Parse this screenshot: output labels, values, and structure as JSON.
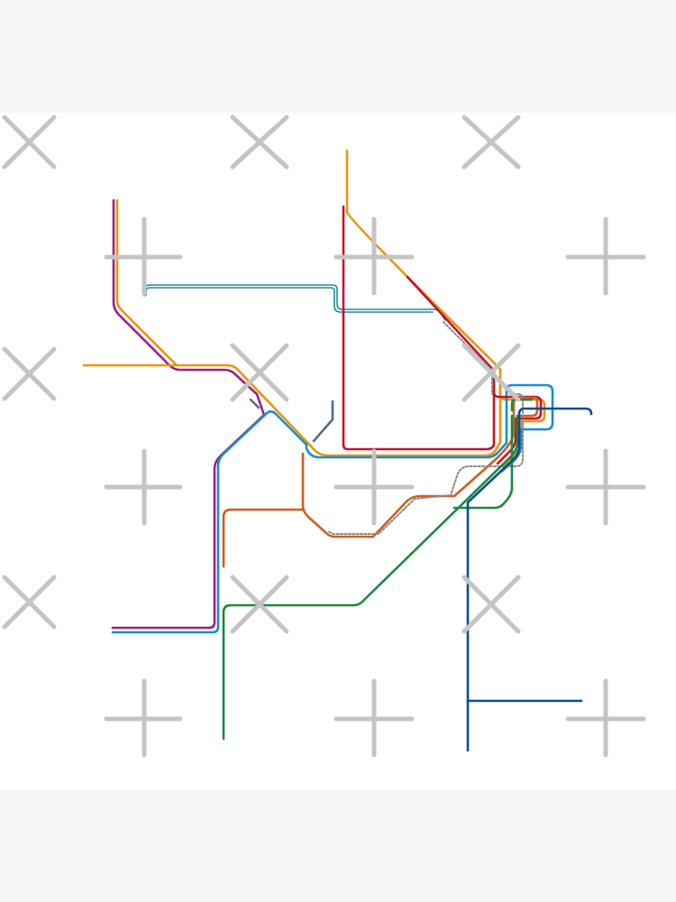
{
  "colors": {
    "background": "#f6f6f6",
    "canvas": "#ffffff",
    "watermark": "#c4c4c4"
  },
  "lines": [
    {
      "id": "purple",
      "color": "#9b1f86"
    },
    {
      "id": "orange",
      "color": "#e8950c"
    },
    {
      "id": "light-blue",
      "color": "#168fc9"
    },
    {
      "id": "teal",
      "color": "#1a8ba2"
    },
    {
      "id": "red",
      "color": "#c8102e"
    },
    {
      "id": "brown-orange",
      "color": "#d35d1c"
    },
    {
      "id": "green",
      "color": "#1a8a3c"
    },
    {
      "id": "navy",
      "color": "#0b4c96"
    },
    {
      "id": "slate",
      "color": "#566b7f"
    },
    {
      "id": "gray-dotted",
      "color": "#8a8a8a"
    }
  ],
  "watermark": {
    "icon": "redbubble-cross-pattern"
  }
}
